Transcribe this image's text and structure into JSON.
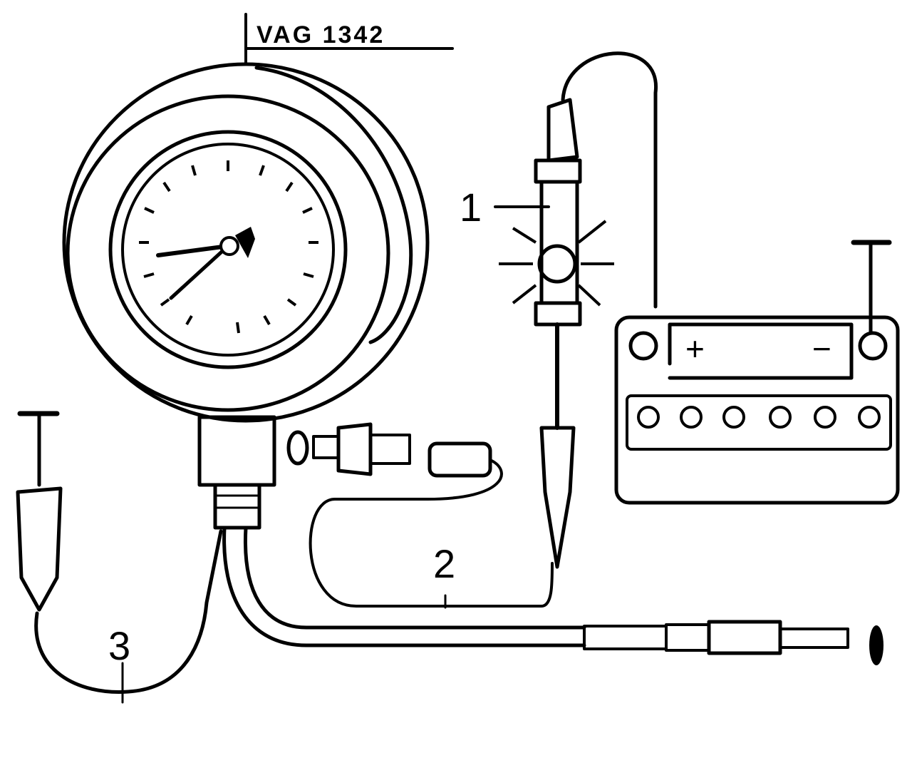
{
  "diagram": {
    "tool_label": "VAG 1342",
    "callouts": [
      {
        "id": "1",
        "text": "1"
      },
      {
        "id": "2",
        "text": "2"
      },
      {
        "id": "3",
        "text": "3"
      }
    ],
    "battery": {
      "positive_symbol": "+",
      "negative_symbol": "−"
    },
    "colors": {
      "ink": "#000000",
      "paper": "#ffffff"
    }
  }
}
